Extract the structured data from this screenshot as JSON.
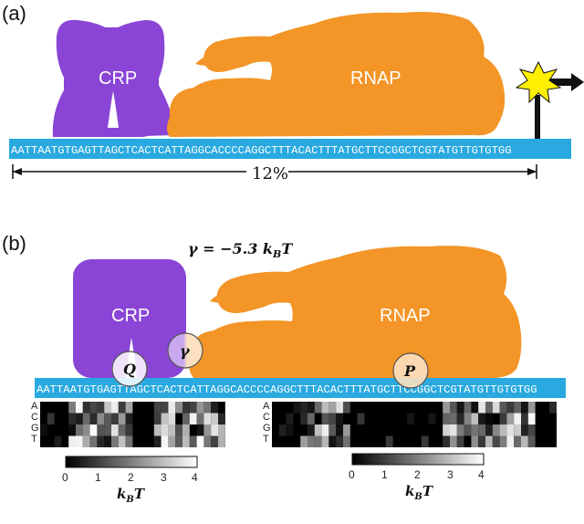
{
  "panel_a": {
    "label": "(a)",
    "crp_label": "CRP",
    "rnap_label": "RNAP",
    "sequence": "AATTAATGTGAGTTAGCTCACTCATTAGGCACCCCAGGCTTTACACTTTATGCTTCCGGCTCGTATGTTGTGTGG",
    "distance_label": "12%"
  },
  "panel_b": {
    "label": "(b)",
    "gamma_label": "γ = −5.3 k",
    "gamma_sub": "B",
    "gamma_tail": "T",
    "crp_label": "CRP",
    "rnap_label": "RNAP",
    "sequence": "AATTAATGTGAGTTAGCTCACTCATTAGGCACCCCAGGCTTTACACTTTATGCTTCCGGCTCGTATGTTGTGTGG",
    "q_label": "Q",
    "gamma_circle_label": "γ",
    "p_label": "P",
    "bases": [
      "A",
      "C",
      "G",
      "T"
    ],
    "colorbar_ticks": [
      "0",
      "1",
      "2",
      "3",
      "4"
    ],
    "colorbar_unit_main": "k",
    "colorbar_unit_sub": "B",
    "colorbar_unit_tail": "T"
  },
  "colors": {
    "crp": "#8a45d6",
    "rnap": "#f39527",
    "dna": "#29a9e0",
    "star": "#ffef00"
  }
}
